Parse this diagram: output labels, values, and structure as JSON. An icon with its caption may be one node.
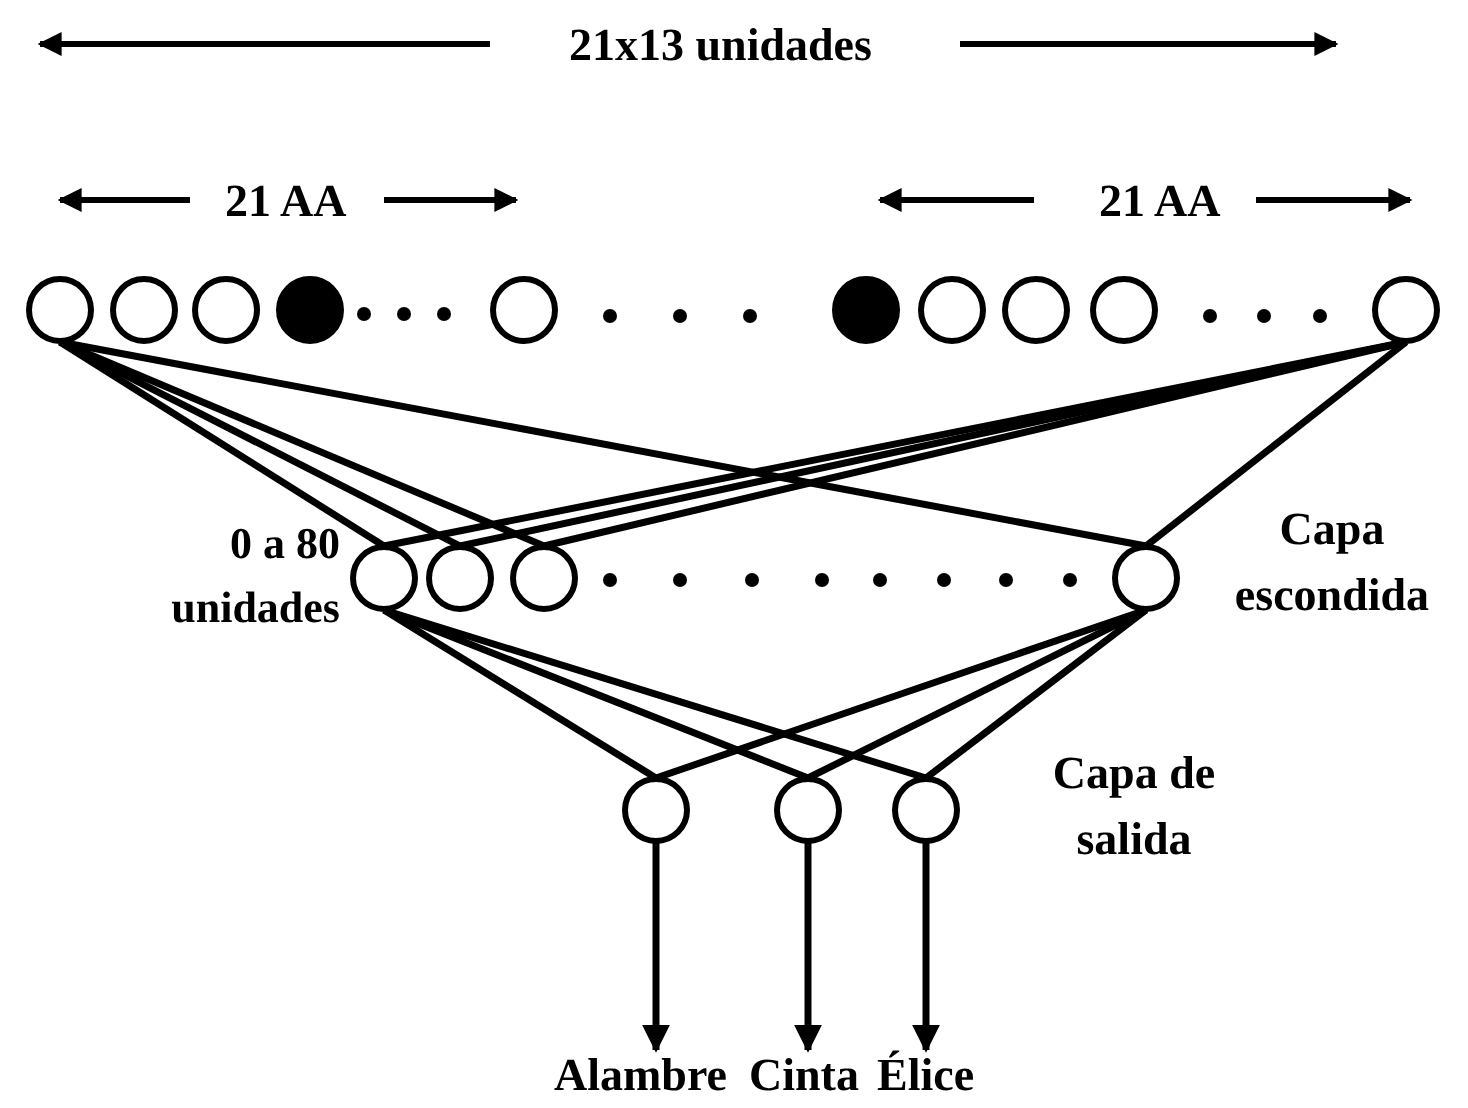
{
  "diagram": {
    "nodes": [
      {
        "text": [],
        "shape": "circle"
      },
      {
        "text": [],
        "shape": "circle"
      },
      {
        "text": [],
        "shape": "circle"
      },
      {
        "text": [],
        "shape": "circle"
      },
      {
        "text": [],
        "shape": "circle"
      },
      {
        "text": [],
        "shape": "circle"
      },
      {
        "text": [],
        "shape": "circle"
      },
      {
        "text": [],
        "shape": "circle"
      },
      {
        "text": [],
        "shape": "circle"
      },
      {
        "text": [],
        "shape": "circle"
      },
      {
        "text": [],
        "shape": "circle"
      },
      {
        "text": [],
        "shape": "circle"
      },
      {
        "text": [],
        "shape": "circle"
      },
      {
        "text": [],
        "shape": "circle"
      },
      {
        "text": [],
        "shape": "circle"
      },
      {
        "text": [],
        "shape": "circle"
      },
      {
        "text": [],
        "shape": "circle"
      },
      {
        "text": [
          "Alambre"
        ]
      },
      {
        "text": [
          "Cinta"
        ]
      },
      {
        "text": [
          "Élice"
        ]
      }
    ],
    "edges": [
      {
        "from": 0,
        "to": 10,
        "arrow": "none"
      },
      {
        "from": 0,
        "to": 11,
        "arrow": "none"
      },
      {
        "from": 0,
        "to": 12,
        "arrow": "none"
      },
      {
        "from": 0,
        "to": 13,
        "arrow": "none"
      },
      {
        "from": 9,
        "to": 10,
        "arrow": "none"
      },
      {
        "from": 9,
        "to": 11,
        "arrow": "none"
      },
      {
        "from": 9,
        "to": 12,
        "arrow": "none"
      },
      {
        "from": 9,
        "to": 13,
        "arrow": "none"
      },
      {
        "from": 10,
        "to": 14,
        "arrow": "none"
      },
      {
        "from": 10,
        "to": 15,
        "arrow": "none"
      },
      {
        "from": 10,
        "to": 16,
        "arrow": "none"
      },
      {
        "from": 13,
        "to": 14,
        "arrow": "none"
      },
      {
        "from": 13,
        "to": 15,
        "arrow": "none"
      },
      {
        "from": 13,
        "to": 16,
        "arrow": "none"
      },
      {
        "from": 14,
        "to": 17,
        "arrow": "to"
      },
      {
        "from": 15,
        "to": 18,
        "arrow": "to"
      },
      {
        "from": 16,
        "to": 19,
        "arrow": "to"
      }
    ],
    "labels": [
      "21x13 unidades",
      "21 AA",
      "21 AA",
      "0 a 80 unidades",
      "Capa escondida",
      "Capa de salida"
    ]
  }
}
